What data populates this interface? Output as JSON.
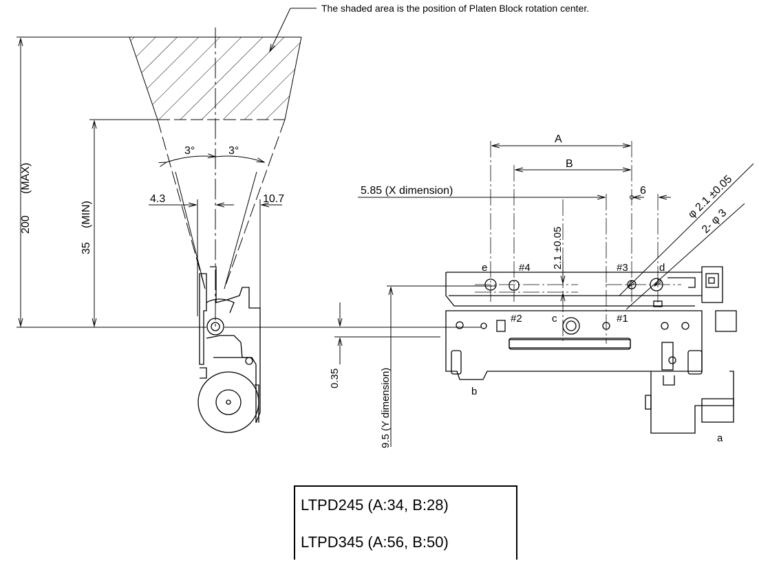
{
  "note": "The shaded area is the position of Platen Block rotation center.",
  "dims": {
    "d200": "200",
    "max": "(MAX)",
    "d35": "35",
    "min": "(MIN)",
    "angle_left": "3°",
    "angle_right": "3°",
    "d4_3": "4.3",
    "d10_7": "10.7",
    "d0_35": "0.35",
    "y_dim": "9.5 (Y dimension)",
    "x_dim": "5.85 (X dimension)",
    "A": "A",
    "B": "B",
    "d6": "6",
    "d2_1": "2.1 ±0.05",
    "phi21": "φ 2.1 ±0.05",
    "phi3": "2- φ 3"
  },
  "labels": {
    "e": "e",
    "h4": "#4",
    "h3": "#3",
    "d": "d",
    "h2": "#2",
    "c": "c",
    "h1": "#1",
    "b": "b",
    "a": "a"
  },
  "models": [
    "LTPD245 (A:34, B:28)",
    "LTPD345 (A:56, B:50)"
  ]
}
